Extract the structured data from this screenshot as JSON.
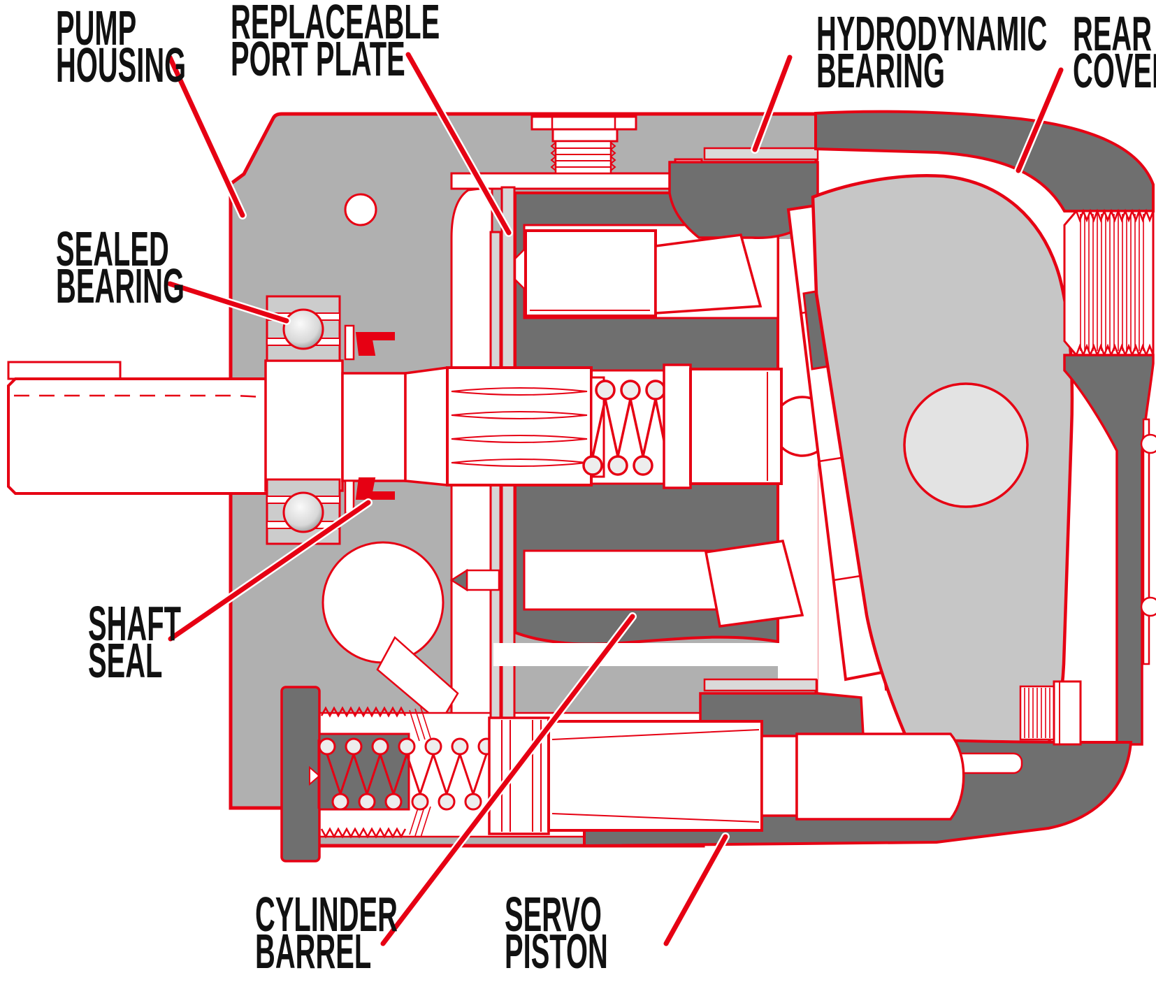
{
  "labels": {
    "pump_housing": {
      "line1": "PUMP",
      "line2": "HOUSING"
    },
    "replaceable_port_plate": {
      "line1": "REPLACEABLE",
      "line2": "PORT PLATE"
    },
    "hydrodynamic_bearing": {
      "line1": "HYDRODYNAMIC",
      "line2": "BEARING"
    },
    "rear_cover": {
      "line1": "REAR",
      "line2": "COVER"
    },
    "sealed_bearing": {
      "line1": "SEALED",
      "line2": "BEARING"
    },
    "shaft_seal": {
      "line1": "SHAFT",
      "line2": "SEAL"
    },
    "cylinder_barrel": {
      "line1": "CYLINDER",
      "line2": "BARREL"
    },
    "servo_piston": {
      "line1": "SERVO",
      "line2": "PISTON"
    }
  },
  "colors": {
    "outline_red": "#e60013",
    "housing_gray": "#b0b0b0",
    "dark_gray": "#6f6f6f",
    "yoke_gray": "#c6c6c6",
    "light_gray": "#dadada",
    "label_black": "#111111"
  }
}
